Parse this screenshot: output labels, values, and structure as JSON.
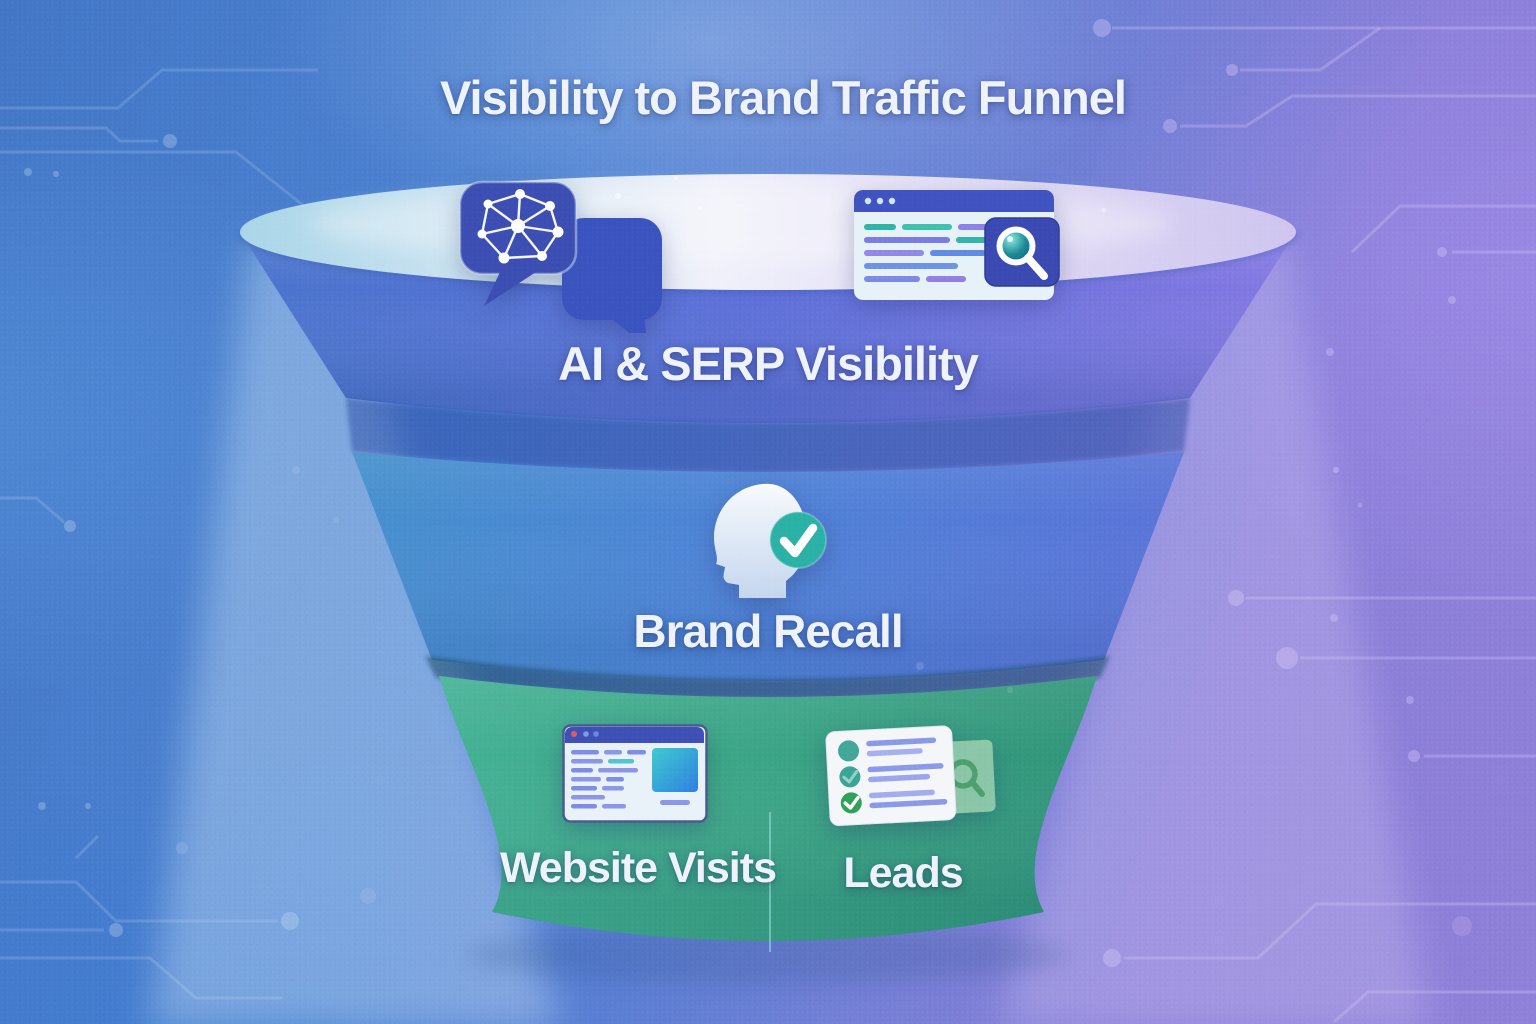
{
  "title": "Visibility to Brand Traffic Funnel",
  "funnel": {
    "stage1": {
      "label": "AI & SERP Visibility"
    },
    "stage2": {
      "label": "Brand Recall"
    },
    "stage3": {
      "left_label": "Website Visits",
      "right_label": "Leads"
    }
  },
  "icons": {
    "stage1": [
      "chat-network-icon",
      "serp-search-icon"
    ],
    "stage2": [
      "head-check-icon"
    ],
    "stage3": [
      "website-window-icon",
      "leads-card-icon"
    ]
  },
  "colors": {
    "bg-left": "#4377c6",
    "bg-mid": "#6b7fd4",
    "bg-right": "#8f80d8",
    "rim-left": "#a9d6e8",
    "rim-center": "#f0f0fa",
    "rim-right": "#cfc5ef",
    "stage1-left": "#4a74cd",
    "stage1-mid": "#5d6fd8",
    "stage1-right": "#8478e2",
    "stage2-left": "#4690cc",
    "stage2-mid": "#4e83d6",
    "stage2-right": "#5a74d8",
    "stage3-left": "#45b295",
    "stage3-mid": "#3ca586",
    "stage3-right": "#31957a",
    "seam1": "#2e4da6",
    "seam2": "#1e4e66",
    "divider": "#9fe4dc",
    "label": "#eef2fb"
  }
}
